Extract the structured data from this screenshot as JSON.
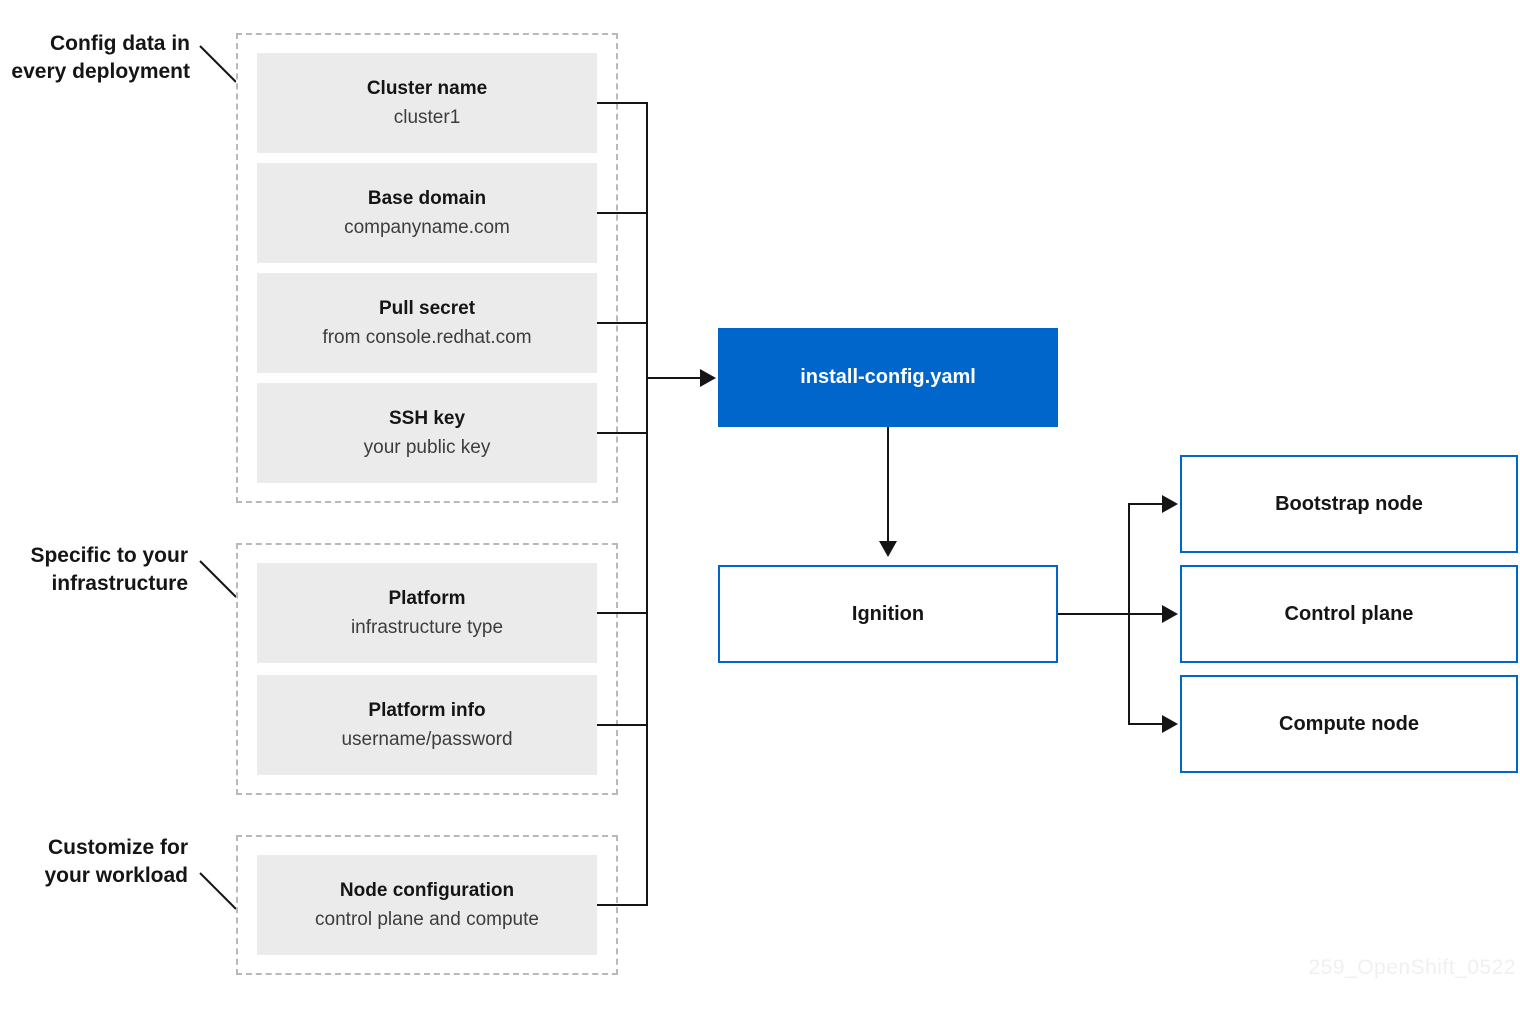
{
  "colors": {
    "accent_blue": "#0066cc",
    "box_gray": "#ebebeb",
    "line_black": "#151515",
    "dashed_border_gray": "#b9b9b9",
    "watermark_gray": "#f0f0f0"
  },
  "annotations": [
    {
      "line1": "Config data in",
      "line2": "every deployment"
    },
    {
      "line1": "Specific to your",
      "line2": "infrastructure"
    },
    {
      "line1": "Customize for",
      "line2": "your workload"
    }
  ],
  "groups": [
    {
      "name": "config-data-in-every-deployment",
      "items": [
        {
          "title": "Cluster name",
          "subtitle": "cluster1"
        },
        {
          "title": "Base domain",
          "subtitle": "companyname.com"
        },
        {
          "title": "Pull secret",
          "subtitle": "from console.redhat.com"
        },
        {
          "title": "SSH key",
          "subtitle": "your public key"
        }
      ]
    },
    {
      "name": "specific-to-your-infrastructure",
      "items": [
        {
          "title": "Platform",
          "subtitle": "infrastructure type"
        },
        {
          "title": "Platform info",
          "subtitle": "username/password"
        }
      ]
    },
    {
      "name": "customize-for-your-workload",
      "items": [
        {
          "title": "Node configuration",
          "subtitle": "control plane and compute"
        }
      ]
    }
  ],
  "flow": {
    "install_config_label": "install-config.yaml",
    "ignition_label": "Ignition"
  },
  "outputs": [
    {
      "label": "Bootstrap node"
    },
    {
      "label": "Control plane"
    },
    {
      "label": "Compute node"
    }
  ],
  "watermark": {
    "text": "259_OpenShift_0522"
  }
}
